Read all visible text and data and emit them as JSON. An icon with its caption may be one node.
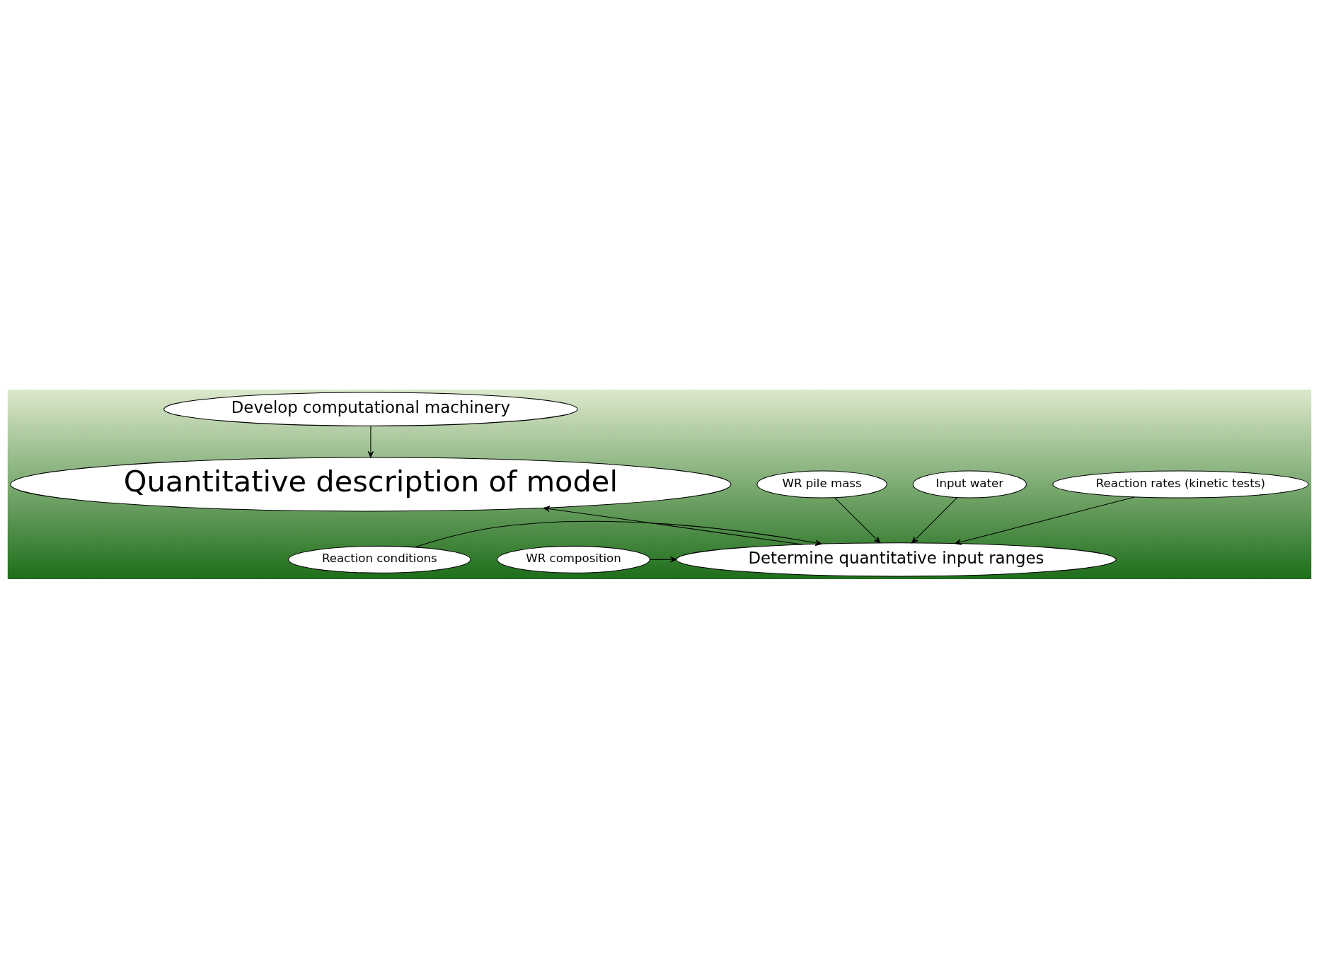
{
  "diagram": {
    "nodes": [
      {
        "text": [
          "Develop computational machinery"
        ]
      },
      {
        "text": [
          "Quantitative description of model"
        ]
      },
      {
        "text": [
          "WR pile mass"
        ]
      },
      {
        "text": [
          "Reaction conditions"
        ]
      },
      {
        "text": [
          "WR composition"
        ]
      },
      {
        "text": [
          "Determine quantitative input ranges"
        ]
      },
      {
        "text": [
          "Input water"
        ]
      },
      {
        "text": [
          "Reaction rates (kinetic tests)"
        ]
      }
    ],
    "edges": [
      {
        "from": 0,
        "to": 1,
        "arrow": "to"
      },
      {
        "from": 5,
        "to": 1,
        "arrow": "to"
      },
      {
        "from": 2,
        "to": 5,
        "arrow": "to"
      },
      {
        "from": 4,
        "to": 5,
        "arrow": "to"
      },
      {
        "from": 6,
        "to": 5,
        "arrow": "to"
      },
      {
        "from": 3,
        "to": 5,
        "arrow": "to"
      },
      {
        "from": 7,
        "to": 5,
        "arrow": "to"
      }
    ]
  }
}
